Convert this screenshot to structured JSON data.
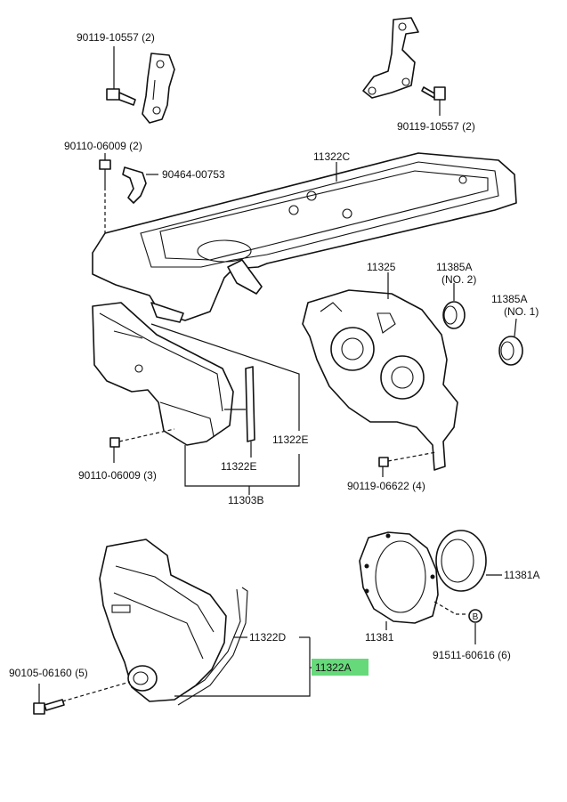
{
  "labels": {
    "bolt_top_left": "90119-10557 (2)",
    "bolt_top_right": "90119-10557 (2)",
    "bolt_cover": "90110-06009 (2)",
    "clip": "90464-00753",
    "head_cover": "11322C",
    "cover_11325": "11325",
    "seal_no2_part": "11385A",
    "seal_no2_note": "(NO. 2)",
    "seal_no1_part": "11385A",
    "seal_no1_note": "(NO. 1)",
    "gasket_e_right": "11322E",
    "gasket_e_lower": "11322E",
    "bolt_mid_left": "90110-06009 (3)",
    "assy_11303b": "11303B",
    "bolt_mid_right": "90119-06622 (4)",
    "oil_seal": "11381A",
    "retainer": "11381",
    "bolt_b": "91511-60616 (6)",
    "b_marker": "B",
    "gasket_d": "11322D",
    "cover_assy": "11322A",
    "bolt_bottom_left": "90105-06160 (5)"
  },
  "colors": {
    "highlight": "#66d97a",
    "ink": "#111111"
  }
}
